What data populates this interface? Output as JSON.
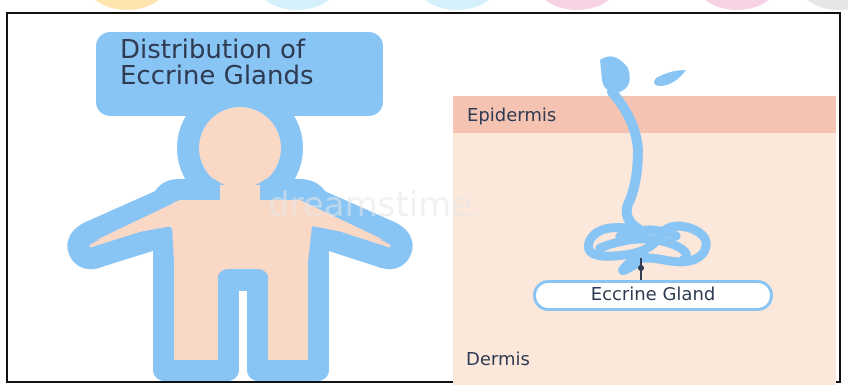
{
  "title": {
    "line1": "Distribution of",
    "line2": "Eccrine Glands"
  },
  "layers": {
    "epidermis": "Epidermis",
    "dermis": "Dermis"
  },
  "gland_label": "Eccrine Gland",
  "watermark": "dreamstime.",
  "colors": {
    "title_fill": "#88c4f4",
    "body_outline": "#88c4f4",
    "body_fill": "#f9d8c6",
    "epidermis": "#f5c3b2",
    "dermis": "#fce7db",
    "duct": "#88c4f4",
    "text": "#2f3b52"
  },
  "icons": [
    "human-figure-icon",
    "sweat-droplet-icon",
    "sweat-gland-coil-icon"
  ]
}
